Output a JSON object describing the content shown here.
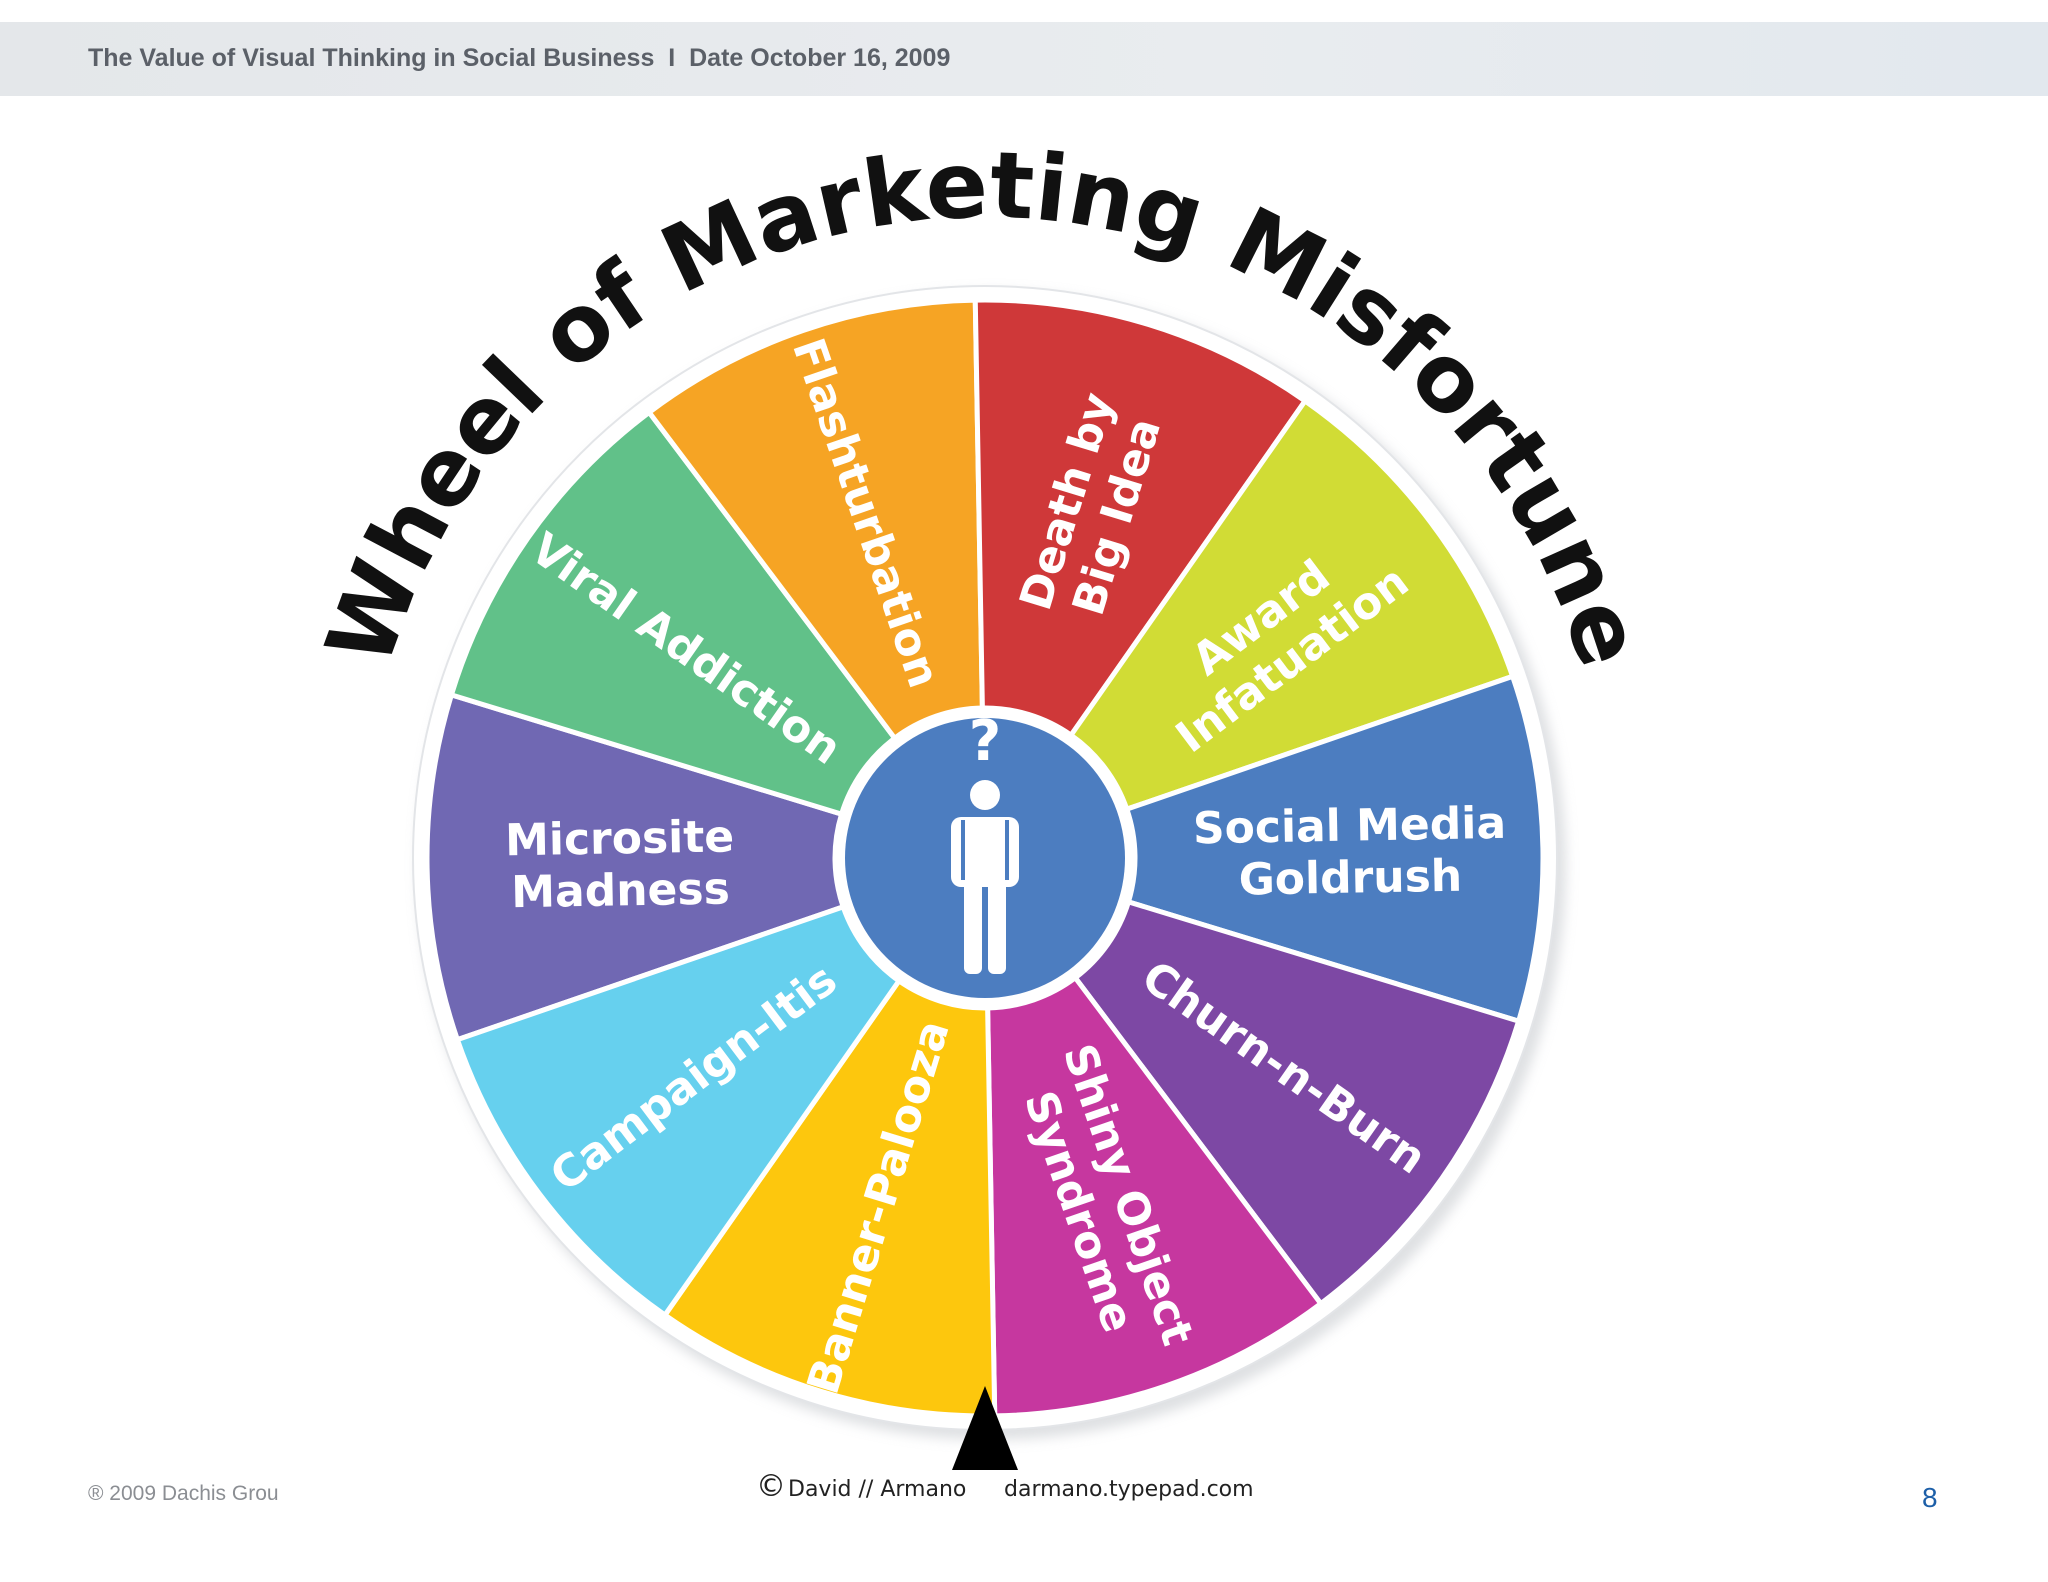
{
  "header": {
    "title": "The Value of Visual Thinking in Social Business",
    "separator": "I",
    "date": "Date October 16, 2009"
  },
  "wheel": {
    "title": "Wheel of Marketing Misfortune",
    "segments": [
      {
        "lines": [
          "Microsite",
          "Madness"
        ],
        "color": "#7068b3"
      },
      {
        "lines": [
          "Viral Addiction"
        ],
        "color": "#61c189"
      },
      {
        "lines": [
          "Flashturbation"
        ],
        "color": "#f6a424"
      },
      {
        "lines": [
          "Death by",
          "Big Idea"
        ],
        "color": "#cf3839"
      },
      {
        "lines": [
          "Award",
          "Infatuation"
        ],
        "color": "#d1dc35"
      },
      {
        "lines": [
          "Social Media",
          "Goldrush"
        ],
        "color": "#4c7dc0"
      },
      {
        "lines": [
          "Churn-n-Burn"
        ],
        "color": "#7d48a4"
      },
      {
        "lines": [
          "Shiny Object",
          "Syndrome"
        ],
        "color": "#c6379f"
      },
      {
        "lines": [
          "Banner-Palooza"
        ],
        "color": "#fdc70d"
      },
      {
        "lines": [
          "Campaign-Itis"
        ],
        "color": "#66d0ee"
      }
    ],
    "center": {
      "symbol": "?",
      "color": "#4c7dc0"
    },
    "credit": {
      "symbol": "©",
      "author": "David // Armano",
      "url": "darmano.typepad.com"
    }
  },
  "footer": {
    "copyright": "® 2009 Dachis Group",
    "page_number": "8"
  }
}
